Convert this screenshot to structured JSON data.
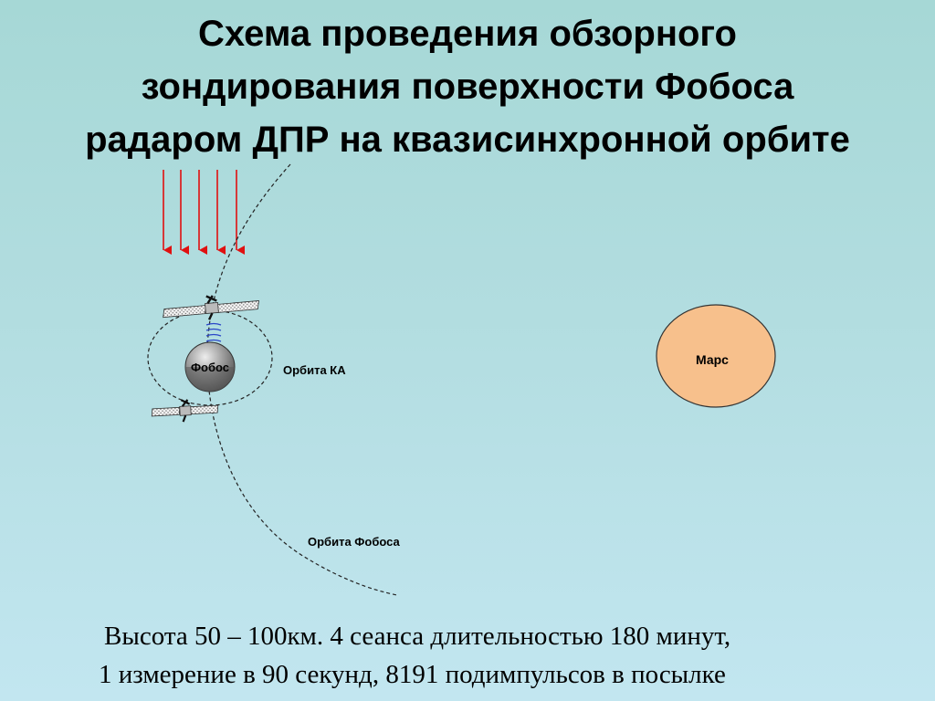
{
  "slide": {
    "title_lines": [
      "Схема проведения обзорного",
      "зондирования поверхности Фобоса",
      "радаром ДПР на квазисинхронной орбите"
    ],
    "footer_lines": [
      "Высота 50 – 100км. 4 сеанса длительностью 180 минут,",
      "1 измерение в 90 секунд, 8191 подимпульсов в посылке"
    ]
  },
  "diagram": {
    "phobos_label": "Фобос",
    "mars_label": "Марс",
    "spacecraft_orbit_label": "Орбита КА",
    "phobos_orbit_label": "Орбита Фобоса",
    "colors": {
      "sun_rays": "#e01010",
      "mars_fill": "#f7c08c",
      "phobos_fill": "#7a7a7a",
      "radar_waves": "#2a46c8"
    }
  }
}
